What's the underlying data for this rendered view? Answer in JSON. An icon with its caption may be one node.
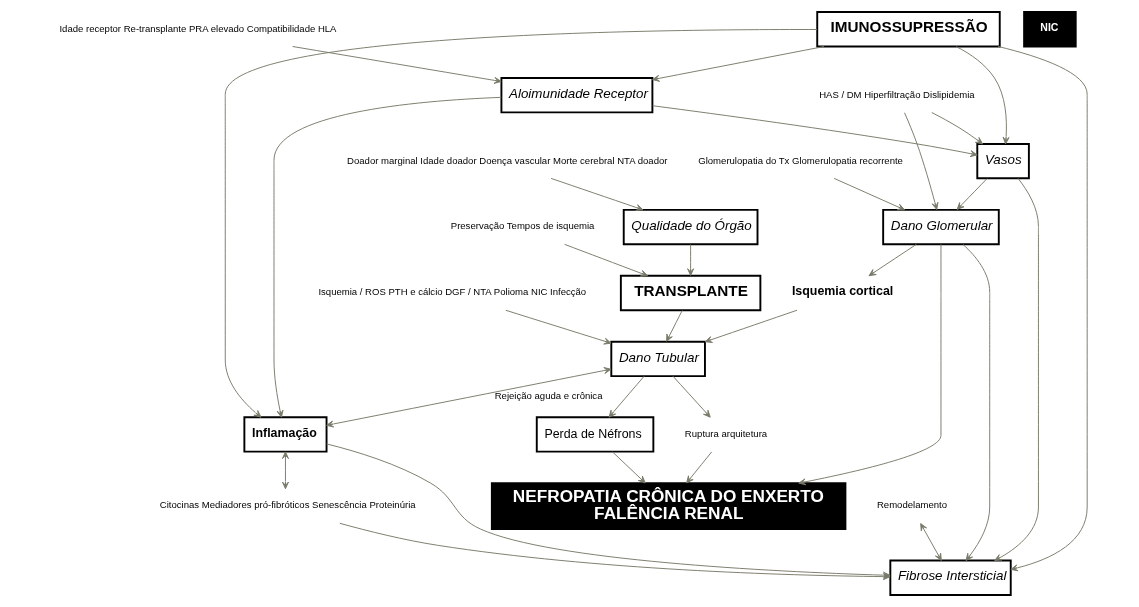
{
  "diagram": {
    "nodes": [
      {
        "text": [
          "Doador marginal Idade doador Doença vascular Morte cerebral NTA doador"
        ]
      },
      {
        "text": [
          "Qualidade do Órgão"
        ]
      },
      {
        "text": [
          "Preservação Tempos de isquemia"
        ]
      },
      {
        "text": [
          "TRANSPLANTE"
        ]
      },
      {
        "text": [
          "Isquemia / ROS PTH e cálcio DGF / NTA Polioma NIC Infecção"
        ]
      },
      {
        "text": [
          "Dano Tubular"
        ]
      },
      {
        "text": [
          "Idade receptor Re-transplante PRA elevado Compatibilidade HLA"
        ]
      },
      {
        "text": [
          "Aloimunidade Receptor"
        ]
      },
      {
        "text": [
          "IMUNOSSUPRESSÃO"
        ]
      },
      {
        "text": [
          "Inflamação"
        ]
      },
      {
        "text": [
          "NIC"
        ]
      },
      {
        "text": [
          "Citocinas Mediadores pró-fibróticos Senescência Proteinúria"
        ]
      },
      {
        "text": [
          "Fibrose Intersticial"
        ]
      },
      {
        "text": [
          "Remodelamento"
        ]
      },
      {
        "text": [
          "Vasos"
        ]
      },
      {
        "text": [
          "Isquemia cortical"
        ]
      },
      {
        "text": [
          "Ruptura arquitetura"
        ]
      },
      {
        "text": [
          "HAS / DM Hiperfiltração Dislipidemia"
        ]
      },
      {
        "text": [
          "Perda de Néfrons"
        ]
      },
      {
        "text": [
          "Dano Glomerular"
        ]
      },
      {
        "text": [
          "Glomerulopatia do Tx Glomerulopatia recorrente"
        ]
      },
      {
        "text": [
          "NEFROPATIA CRÔNICA DO ENXERTO",
          "FALÊNCIA RENAL"
        ]
      }
    ],
    "edges": [
      {
        "from": 0,
        "to": 1,
        "arrow": "to"
      },
      {
        "from": 1,
        "to": 3,
        "arrow": "to"
      },
      {
        "from": 2,
        "to": 3,
        "arrow": "to"
      },
      {
        "from": 3,
        "to": 5,
        "arrow": "to"
      },
      {
        "from": 4,
        "to": 5,
        "arrow": "to"
      },
      {
        "from": 5,
        "to": 9,
        "arrow": "both",
        "label": "Rejeição aguda e crônica"
      },
      {
        "from": 6,
        "to": 7,
        "arrow": "to"
      },
      {
        "from": 7,
        "to": 9,
        "arrow": "to"
      },
      {
        "from": 8,
        "to": 9,
        "arrow": "to"
      },
      {
        "from": 8,
        "to": 7,
        "arrow": "to"
      },
      {
        "from": 8,
        "to": 12,
        "arrow": "to"
      },
      {
        "from": 8,
        "to": 14,
        "arrow": "to"
      },
      {
        "from": 7,
        "to": 14,
        "arrow": "to"
      },
      {
        "from": 9,
        "to": 12,
        "arrow": "to"
      },
      {
        "from": 9,
        "to": 11,
        "arrow": "both"
      },
      {
        "from": 11,
        "to": 12,
        "arrow": "to"
      },
      {
        "from": 13,
        "to": 12,
        "arrow": "both"
      },
      {
        "from": 14,
        "to": 12,
        "arrow": "to"
      },
      {
        "from": 19,
        "to": 12,
        "arrow": "to"
      },
      {
        "from": 14,
        "to": 19,
        "arrow": "to"
      },
      {
        "from": 17,
        "to": 14,
        "arrow": "to"
      },
      {
        "from": 17,
        "to": 19,
        "arrow": "to"
      },
      {
        "from": 20,
        "to": 19,
        "arrow": "to"
      },
      {
        "from": 19,
        "to": 15,
        "arrow": "to"
      },
      {
        "from": 15,
        "to": 5,
        "arrow": "to"
      },
      {
        "from": 5,
        "to": 16,
        "arrow": "to"
      },
      {
        "from": 5,
        "to": 18,
        "arrow": "to"
      },
      {
        "from": 16,
        "to": 21,
        "arrow": "to"
      },
      {
        "from": 18,
        "to": 21,
        "arrow": "to"
      },
      {
        "from": 19,
        "to": 21,
        "arrow": "to"
      }
    ]
  }
}
